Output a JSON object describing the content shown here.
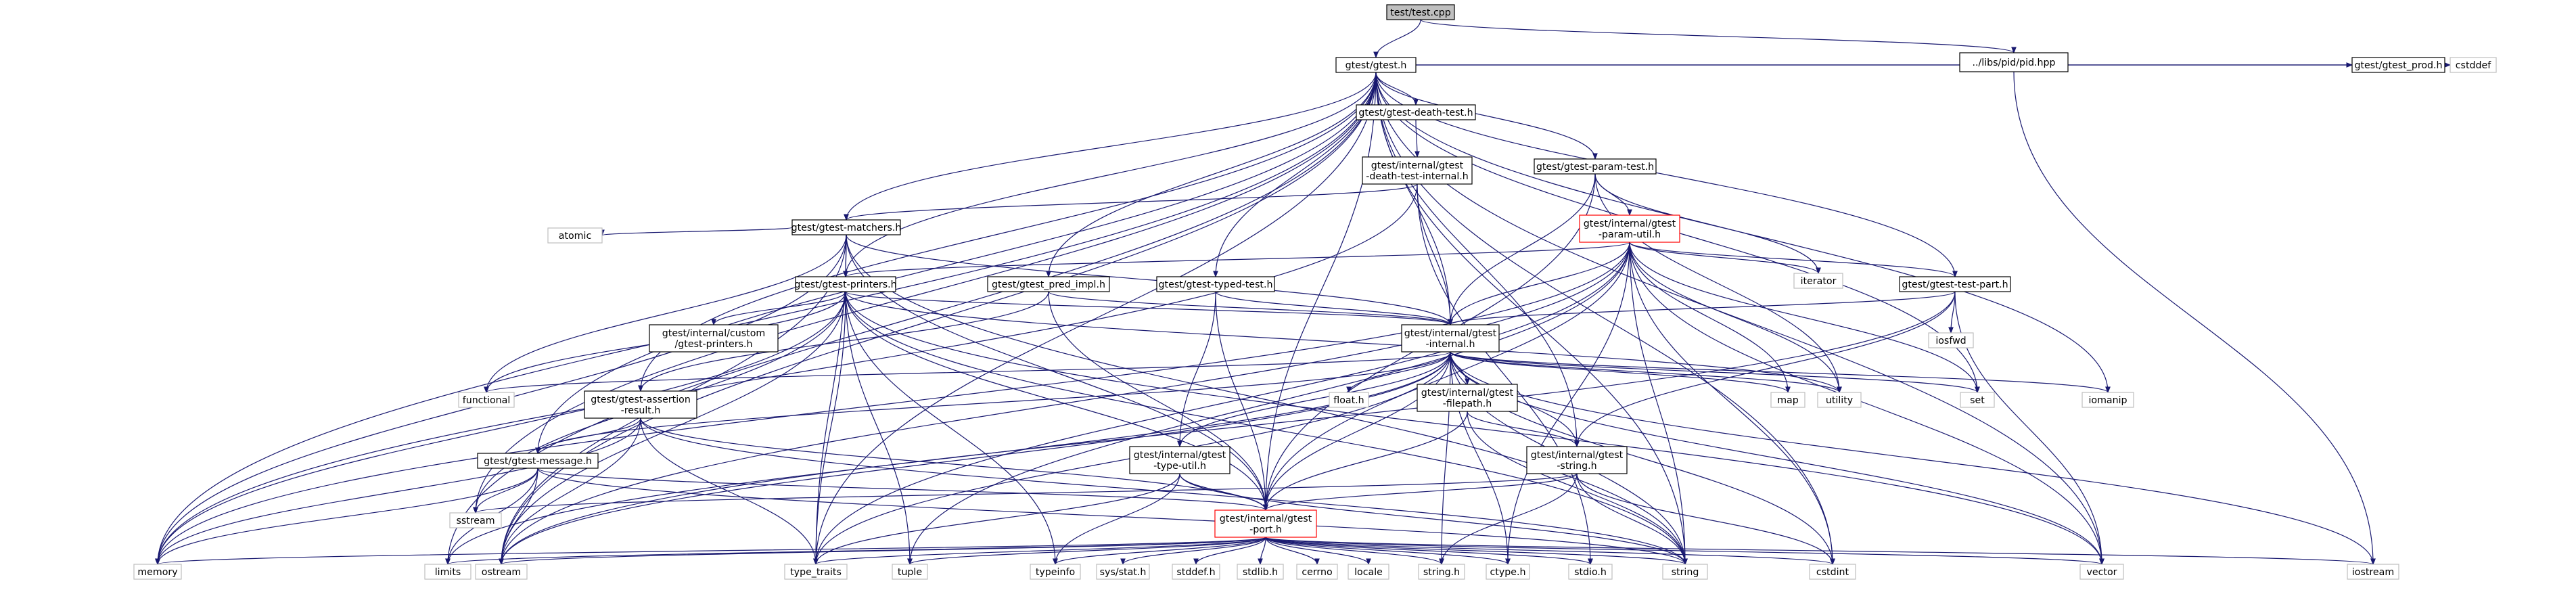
{
  "graph": {
    "nodes": [
      {
        "id": "test_cpp",
        "lines": [
          "test/test.cpp"
        ],
        "style": "root"
      },
      {
        "id": "gtest_h",
        "lines": [
          "gtest/gtest.h"
        ],
        "style": "file"
      },
      {
        "id": "pid_hpp",
        "lines": [
          "../libs/pid/pid.hpp"
        ],
        "style": "file"
      },
      {
        "id": "death_test_h",
        "lines": [
          "gtest/gtest-death-test.h"
        ],
        "style": "file"
      },
      {
        "id": "gtest_prod_h",
        "lines": [
          "gtest/gtest_prod.h"
        ],
        "style": "file"
      },
      {
        "id": "cstddef",
        "lines": [
          "cstddef"
        ],
        "style": "sys"
      },
      {
        "id": "death_internal_h",
        "lines": [
          "gtest/internal/gtest",
          "-death-test-internal.h"
        ],
        "style": "file"
      },
      {
        "id": "param_test_h",
        "lines": [
          "gtest/gtest-param-test.h"
        ],
        "style": "file"
      },
      {
        "id": "matchers_h",
        "lines": [
          "gtest/gtest-matchers.h"
        ],
        "style": "file"
      },
      {
        "id": "param_util_h",
        "lines": [
          "gtest/internal/gtest",
          "-param-util.h"
        ],
        "style": "red"
      },
      {
        "id": "atomic",
        "lines": [
          "atomic"
        ],
        "style": "sys"
      },
      {
        "id": "iterator",
        "lines": [
          "iterator"
        ],
        "style": "sys"
      },
      {
        "id": "printers_h",
        "lines": [
          "gtest/gtest-printers.h"
        ],
        "style": "file"
      },
      {
        "id": "pred_impl_h",
        "lines": [
          "gtest/gtest_pred_impl.h"
        ],
        "style": "file"
      },
      {
        "id": "typed_test_h",
        "lines": [
          "gtest/gtest-typed-test.h"
        ],
        "style": "file"
      },
      {
        "id": "test_part_h",
        "lines": [
          "gtest/gtest-test-part.h"
        ],
        "style": "file"
      },
      {
        "id": "custom_printers_h",
        "lines": [
          "gtest/internal/custom",
          "/gtest-printers.h"
        ],
        "style": "file"
      },
      {
        "id": "internal_h",
        "lines": [
          "gtest/internal/gtest",
          "-internal.h"
        ],
        "style": "file"
      },
      {
        "id": "iosfwd",
        "lines": [
          "iosfwd"
        ],
        "style": "sys"
      },
      {
        "id": "functional",
        "lines": [
          "functional"
        ],
        "style": "sys"
      },
      {
        "id": "assertion_result_h",
        "lines": [
          "gtest/gtest-assertion",
          "-result.h"
        ],
        "style": "file"
      },
      {
        "id": "float_h",
        "lines": [
          "float.h"
        ],
        "style": "sys"
      },
      {
        "id": "filepath_h",
        "lines": [
          "gtest/internal/gtest",
          "-filepath.h"
        ],
        "style": "file"
      },
      {
        "id": "map",
        "lines": [
          "map"
        ],
        "style": "sys"
      },
      {
        "id": "utility",
        "lines": [
          "utility"
        ],
        "style": "sys"
      },
      {
        "id": "set",
        "lines": [
          "set"
        ],
        "style": "sys"
      },
      {
        "id": "iomanip",
        "lines": [
          "iomanip"
        ],
        "style": "sys"
      },
      {
        "id": "message_h",
        "lines": [
          "gtest/gtest-message.h"
        ],
        "style": "file"
      },
      {
        "id": "type_util_h",
        "lines": [
          "gtest/internal/gtest",
          "-type-util.h"
        ],
        "style": "file"
      },
      {
        "id": "string_h_int",
        "lines": [
          "gtest/internal/gtest",
          "-string.h"
        ],
        "style": "file"
      },
      {
        "id": "sstream",
        "lines": [
          "sstream"
        ],
        "style": "sys"
      },
      {
        "id": "port_h",
        "lines": [
          "gtest/internal/gtest",
          "-port.h"
        ],
        "style": "red"
      },
      {
        "id": "memory",
        "lines": [
          "memory"
        ],
        "style": "sys"
      },
      {
        "id": "limits",
        "lines": [
          "limits"
        ],
        "style": "sys"
      },
      {
        "id": "ostream",
        "lines": [
          "ostream"
        ],
        "style": "sys"
      },
      {
        "id": "type_traits",
        "lines": [
          "type_traits"
        ],
        "style": "sys"
      },
      {
        "id": "tuple",
        "lines": [
          "tuple"
        ],
        "style": "sys"
      },
      {
        "id": "typeinfo",
        "lines": [
          "typeinfo"
        ],
        "style": "sys"
      },
      {
        "id": "sys_stat_h",
        "lines": [
          "sys/stat.h"
        ],
        "style": "sys"
      },
      {
        "id": "stddef_h",
        "lines": [
          "stddef.h"
        ],
        "style": "sys"
      },
      {
        "id": "stdlib_h",
        "lines": [
          "stdlib.h"
        ],
        "style": "sys"
      },
      {
        "id": "cerrno",
        "lines": [
          "cerrno"
        ],
        "style": "sys"
      },
      {
        "id": "locale",
        "lines": [
          "locale"
        ],
        "style": "sys"
      },
      {
        "id": "string_dot_h",
        "lines": [
          "string.h"
        ],
        "style": "sys"
      },
      {
        "id": "ctype_h",
        "lines": [
          "ctype.h"
        ],
        "style": "sys"
      },
      {
        "id": "stdio_h",
        "lines": [
          "stdio.h"
        ],
        "style": "sys"
      },
      {
        "id": "string",
        "lines": [
          "string"
        ],
        "style": "sys"
      },
      {
        "id": "cstdint",
        "lines": [
          "cstdint"
        ],
        "style": "sys"
      },
      {
        "id": "vector",
        "lines": [
          "vector"
        ],
        "style": "sys"
      },
      {
        "id": "iostream",
        "lines": [
          "iostream"
        ],
        "style": "sys"
      }
    ],
    "edges": [
      [
        "test_cpp",
        "gtest_h"
      ],
      [
        "test_cpp",
        "pid_hpp"
      ],
      [
        "pid_hpp",
        "iostream"
      ],
      [
        "gtest_h",
        "death_test_h"
      ],
      [
        "gtest_h",
        "gtest_prod_h"
      ],
      [
        "gtest_h",
        "cstddef"
      ],
      [
        "gtest_h",
        "param_test_h"
      ],
      [
        "gtest_h",
        "matchers_h"
      ],
      [
        "gtest_h",
        "printers_h"
      ],
      [
        "gtest_h",
        "pred_impl_h"
      ],
      [
        "gtest_h",
        "typed_test_h"
      ],
      [
        "gtest_h",
        "test_part_h"
      ],
      [
        "gtest_h",
        "internal_h"
      ],
      [
        "gtest_h",
        "assertion_result_h"
      ],
      [
        "gtest_h",
        "message_h"
      ],
      [
        "gtest_h",
        "string_h_int"
      ],
      [
        "gtest_h",
        "port_h"
      ],
      [
        "gtest_h",
        "memory"
      ],
      [
        "gtest_h",
        "limits"
      ],
      [
        "gtest_h",
        "ostream"
      ],
      [
        "gtest_h",
        "type_traits"
      ],
      [
        "gtest_h",
        "sstream"
      ],
      [
        "gtest_h",
        "set"
      ],
      [
        "gtest_h",
        "iomanip"
      ],
      [
        "gtest_h",
        "string"
      ],
      [
        "gtest_h",
        "cstdint"
      ],
      [
        "gtest_h",
        "vector"
      ],
      [
        "death_test_h",
        "death_internal_h"
      ],
      [
        "death_internal_h",
        "matchers_h"
      ],
      [
        "death_internal_h",
        "internal_h"
      ],
      [
        "death_internal_h",
        "memory"
      ],
      [
        "death_internal_h",
        "stdio_h"
      ],
      [
        "param_test_h",
        "param_util_h"
      ],
      [
        "param_test_h",
        "internal_h"
      ],
      [
        "param_test_h",
        "port_h"
      ],
      [
        "param_test_h",
        "iterator"
      ],
      [
        "param_test_h",
        "utility"
      ],
      [
        "matchers_h",
        "atomic"
      ],
      [
        "matchers_h",
        "printers_h"
      ],
      [
        "matchers_h",
        "internal_h"
      ],
      [
        "matchers_h",
        "port_h"
      ],
      [
        "matchers_h",
        "functional"
      ],
      [
        "matchers_h",
        "memory"
      ],
      [
        "matchers_h",
        "ostream"
      ],
      [
        "matchers_h",
        "string"
      ],
      [
        "matchers_h",
        "type_traits"
      ],
      [
        "param_util_h",
        "printers_h"
      ],
      [
        "param_util_h",
        "test_part_h"
      ],
      [
        "param_util_h",
        "internal_h"
      ],
      [
        "param_util_h",
        "port_h"
      ],
      [
        "param_util_h",
        "iterator"
      ],
      [
        "param_util_h",
        "map"
      ],
      [
        "param_util_h",
        "set"
      ],
      [
        "param_util_h",
        "utility"
      ],
      [
        "param_util_h",
        "vector"
      ],
      [
        "param_util_h",
        "tuple"
      ],
      [
        "param_util_h",
        "type_traits"
      ],
      [
        "param_util_h",
        "memory"
      ],
      [
        "param_util_h",
        "ostream"
      ],
      [
        "param_util_h",
        "string"
      ],
      [
        "param_util_h",
        "cstdint"
      ],
      [
        "param_util_h",
        "ctype_h"
      ],
      [
        "printers_h",
        "custom_printers_h"
      ],
      [
        "printers_h",
        "internal_h"
      ],
      [
        "printers_h",
        "port_h"
      ],
      [
        "printers_h",
        "functional"
      ],
      [
        "printers_h",
        "memory"
      ],
      [
        "printers_h",
        "ostream"
      ],
      [
        "printers_h",
        "sstream"
      ],
      [
        "printers_h",
        "string"
      ],
      [
        "printers_h",
        "tuple"
      ],
      [
        "printers_h",
        "type_traits"
      ],
      [
        "printers_h",
        "typeinfo"
      ],
      [
        "printers_h",
        "utility"
      ],
      [
        "printers_h",
        "vector"
      ],
      [
        "pred_impl_h",
        "assertion_result_h"
      ],
      [
        "pred_impl_h",
        "internal_h"
      ],
      [
        "pred_impl_h",
        "port_h"
      ],
      [
        "typed_test_h",
        "internal_h"
      ],
      [
        "typed_test_h",
        "port_h"
      ],
      [
        "typed_test_h",
        "type_util_h"
      ],
      [
        "test_part_h",
        "internal_h"
      ],
      [
        "test_part_h",
        "string_h_int"
      ],
      [
        "test_part_h",
        "iosfwd"
      ],
      [
        "test_part_h",
        "ostream"
      ],
      [
        "test_part_h",
        "vector"
      ],
      [
        "internal_h",
        "functional"
      ],
      [
        "internal_h",
        "float_h"
      ],
      [
        "internal_h",
        "filepath_h"
      ],
      [
        "internal_h",
        "map"
      ],
      [
        "internal_h",
        "utility"
      ],
      [
        "internal_h",
        "set"
      ],
      [
        "internal_h",
        "iomanip"
      ],
      [
        "internal_h",
        "message_h"
      ],
      [
        "internal_h",
        "type_util_h"
      ],
      [
        "internal_h",
        "string_h_int"
      ],
      [
        "internal_h",
        "port_h"
      ],
      [
        "internal_h",
        "string_dot_h"
      ],
      [
        "internal_h",
        "ctype_h"
      ],
      [
        "internal_h",
        "string"
      ],
      [
        "internal_h",
        "cstdint"
      ],
      [
        "internal_h",
        "vector"
      ],
      [
        "internal_h",
        "limits"
      ],
      [
        "internal_h",
        "iostream"
      ],
      [
        "internal_h",
        "type_traits"
      ],
      [
        "internal_h",
        "ostream"
      ],
      [
        "assertion_result_h",
        "message_h"
      ],
      [
        "assertion_result_h",
        "port_h"
      ],
      [
        "assertion_result_h",
        "memory"
      ],
      [
        "assertion_result_h",
        "ostream"
      ],
      [
        "assertion_result_h",
        "string"
      ],
      [
        "assertion_result_h",
        "type_traits"
      ],
      [
        "filepath_h",
        "string_h_int"
      ],
      [
        "filepath_h",
        "port_h"
      ],
      [
        "filepath_h",
        "string"
      ],
      [
        "message_h",
        "port_h"
      ],
      [
        "message_h",
        "limits"
      ],
      [
        "message_h",
        "memory"
      ],
      [
        "message_h",
        "ostream"
      ],
      [
        "message_h",
        "sstream"
      ],
      [
        "message_h",
        "string"
      ],
      [
        "type_util_h",
        "port_h"
      ],
      [
        "type_util_h",
        "type_traits"
      ],
      [
        "type_util_h",
        "typeinfo"
      ],
      [
        "type_util_h",
        "string"
      ],
      [
        "string_h_int",
        "port_h"
      ],
      [
        "string_h_int",
        "sstream"
      ],
      [
        "string_h_int",
        "string_dot_h"
      ],
      [
        "string_h_int",
        "string"
      ],
      [
        "string_h_int",
        "cstdint"
      ],
      [
        "port_h",
        "memory"
      ],
      [
        "port_h",
        "limits"
      ],
      [
        "port_h",
        "ostream"
      ],
      [
        "port_h",
        "type_traits"
      ],
      [
        "port_h",
        "tuple"
      ],
      [
        "port_h",
        "typeinfo"
      ],
      [
        "port_h",
        "sys_stat_h"
      ],
      [
        "port_h",
        "stddef_h"
      ],
      [
        "port_h",
        "stdlib_h"
      ],
      [
        "port_h",
        "cerrno"
      ],
      [
        "port_h",
        "locale"
      ],
      [
        "port_h",
        "string_dot_h"
      ],
      [
        "port_h",
        "ctype_h"
      ],
      [
        "port_h",
        "stdio_h"
      ],
      [
        "port_h",
        "string"
      ],
      [
        "port_h",
        "cstdint"
      ],
      [
        "port_h",
        "iostream"
      ],
      [
        "port_h",
        "vector"
      ]
    ]
  },
  "colors": {
    "edge": "#191970",
    "file_border": "#000000",
    "sys_border": "#bfbfbf",
    "red_border": "#ff0000",
    "root_fill": "#bfbfbf",
    "fill": "#ffffff"
  }
}
